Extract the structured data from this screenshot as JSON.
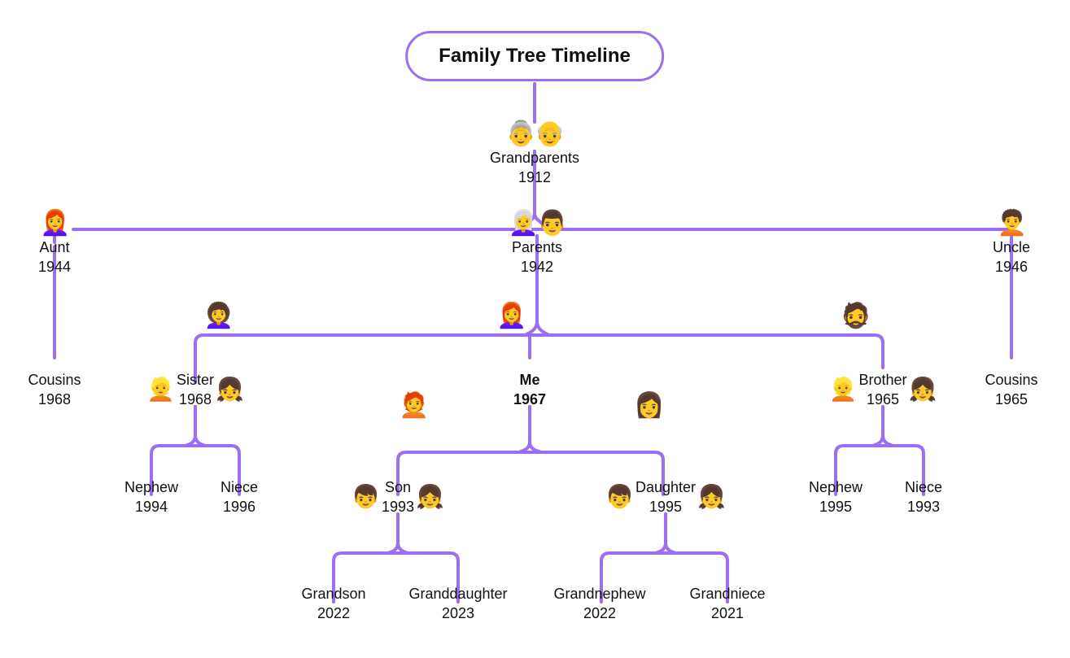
{
  "diagram": {
    "title": "Family Tree Timeline",
    "accent_color": "#9b6ef3",
    "text_color": "#111111",
    "background": "#ffffff",
    "type": "family-tree"
  },
  "nodes": {
    "grandparents": {
      "label": "Grandparents",
      "year": "1912",
      "emoji": "👵👴",
      "icons": [
        "older-woman-icon",
        "older-man-icon"
      ]
    },
    "aunt": {
      "label": "Aunt",
      "year": "1944",
      "emoji": "👩‍🦰",
      "icons": [
        "red-haired-woman-icon"
      ]
    },
    "parents": {
      "label": "Parents",
      "year": "1942",
      "emoji": "👩‍🦳👨",
      "icons": [
        "white-haired-woman-icon",
        "man-icon"
      ]
    },
    "uncle": {
      "label": "Uncle",
      "year": "1946",
      "emoji": "🧑‍🦱",
      "icons": [
        "curly-haired-person-icon"
      ]
    },
    "cousins_left": {
      "label": "Cousins",
      "year": "1968",
      "emoji": "",
      "icons": []
    },
    "cousins_right": {
      "label": "Cousins",
      "year": "1965",
      "emoji": "",
      "icons": []
    },
    "sister": {
      "label": "Sister",
      "year": "1968",
      "emoji": "👩‍🦱",
      "icons": [
        "curly-haired-woman-icon"
      ]
    },
    "me": {
      "label": "Me",
      "year": "1967",
      "emoji": "👩‍🦰",
      "icons": [
        "red-haired-woman-icon"
      ],
      "bold": true
    },
    "brother": {
      "label": "Brother",
      "year": "1965",
      "emoji": "🧔",
      "icons": [
        "bearded-man-icon"
      ]
    },
    "nephew_left": {
      "label": "Nephew",
      "year": "1994",
      "emoji_left": "👱",
      "emoji_right": "",
      "icons": [
        "blond-boy-icon"
      ]
    },
    "niece_left": {
      "label": "Niece",
      "year": "1996",
      "emoji_left": "",
      "emoji_right": "👧",
      "icons": [
        "girl-icon"
      ]
    },
    "son": {
      "label": "Son",
      "year": "1993",
      "emoji_left": "🧑‍🦰",
      "emoji_right": "👧",
      "icons": [
        "red-haired-person-icon",
        "girl-icon"
      ]
    },
    "daughter": {
      "label": "Daughter",
      "year": "1995",
      "emoji_left": "👩",
      "emoji_right": "👧",
      "icons": [
        "blonde-woman-icon",
        "girl-icon"
      ]
    },
    "nephew_right": {
      "label": "Nephew",
      "year": "1995",
      "emoji_left": "👱",
      "emoji_right": "",
      "icons": [
        "blond-boy-icon"
      ]
    },
    "niece_right": {
      "label": "Niece",
      "year": "1993",
      "emoji_left": "",
      "emoji_right": "👧",
      "icons": [
        "girl-icon"
      ]
    },
    "grandson": {
      "label": "Grandson",
      "year": "2022",
      "emoji": "",
      "icons": []
    },
    "granddaughter": {
      "label": "Granddaughter",
      "year": "2023",
      "emoji": "",
      "icons": []
    },
    "grandnephew": {
      "label": "Grandnephew",
      "year": "2022",
      "emoji": "",
      "icons": []
    },
    "grandniece": {
      "label": "Grandniece",
      "year": "2021",
      "emoji": "",
      "icons": []
    }
  },
  "emoji_markers": {
    "son_child_left": "👦",
    "son_child_right": "👧",
    "sister_kid_left": "👱",
    "sister_kid_right": "👧",
    "brother_kid_left": "👱",
    "brother_kid_right": "👧",
    "me_kid_left": "🧑‍🦰",
    "me_kid_right": "👩",
    "daughter_left": "👦",
    "daughter_right": "👧"
  }
}
